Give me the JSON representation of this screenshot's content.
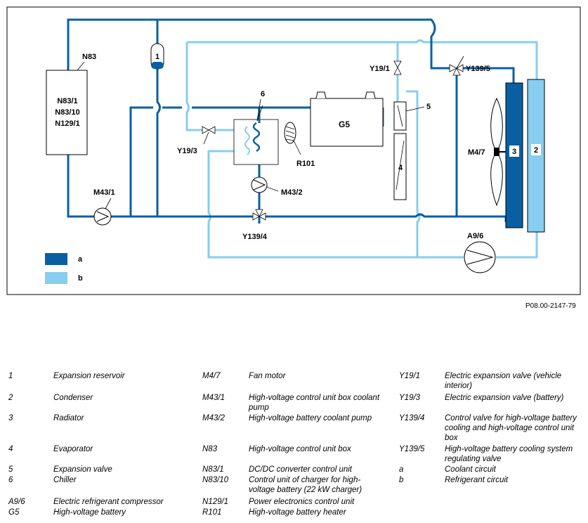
{
  "diagram": {
    "components": {
      "N83": "N83",
      "N83_block": [
        "N83/1",
        "N83/10",
        "N129/1"
      ],
      "reservoir": "1",
      "chiller": "6",
      "G5": "G5",
      "R101": "R101",
      "Y19_3": "Y19/3",
      "M43_1": "M43/1",
      "M43_2": "M43/2",
      "Y139_4": "Y139/4",
      "Y19_1": "Y19/1",
      "exp_valve": "5",
      "evaporator": "4",
      "Y139_5": "Y139/5",
      "M4_7": "M4/7",
      "radiator": "3",
      "condenser": "2",
      "A9_6": "A9/6"
    },
    "legend": [
      {
        "key": "a",
        "color": "#0a5fa3"
      },
      {
        "key": "b",
        "color": "#87cef0"
      }
    ],
    "colors": {
      "coolant": "#0a5fa3",
      "refrigerant": "#87cef0"
    },
    "reference": "P08.00-2147-79"
  },
  "legend_rows": [
    {
      "c1k": "1",
      "c1v": "Expansion reservoir",
      "c2k": "M4/7",
      "c2v": "Fan motor",
      "c3k": "Y19/1",
      "c3v": "Electric expansion valve (vehicle interior)"
    },
    {
      "c1k": "2",
      "c1v": "Condenser",
      "c2k": "M43/1",
      "c2v": "High-voltage control unit box coolant pump",
      "c3k": "Y19/3",
      "c3v": "Electric expansion valve (battery)"
    },
    {
      "c1k": "3",
      "c1v": "Radiator",
      "c2k": "M43/2",
      "c2v": "High-voltage battery coolant pump",
      "c3k": "Y139/4",
      "c3v": "Control valve for high-voltage battery cooling and high-voltage control unit box"
    },
    {
      "c1k": "4",
      "c1v": "Evaporator",
      "c2k": "N83",
      "c2v": "High-voltage control unit box",
      "c3k": "Y139/5",
      "c3v": "High-voltage battery cooling system regulating valve"
    },
    {
      "c1k": "5",
      "c1v": "Expansion valve",
      "c2k": "N83/1",
      "c2v": "DC/DC converter control unit",
      "c3k": "a",
      "c3v": "Coolant circuit"
    },
    {
      "c1k": "6",
      "c1v": "Chiller",
      "c2k": "N83/10",
      "c2v": "Control unit of charger for high-voltage battery (22 kW charger)",
      "c3k": "b",
      "c3v": "Refrigerant circuit"
    },
    {
      "c1k": "A9/6",
      "c1v": "Electric refrigerant compressor",
      "c2k": "N129/1",
      "c2v": "Power electronics control unit",
      "c3k": "",
      "c3v": ""
    },
    {
      "c1k": "G5",
      "c1v": "High-voltage battery",
      "c2k": "R101",
      "c2v": "High-voltage battery heater",
      "c3k": "",
      "c3v": ""
    }
  ]
}
